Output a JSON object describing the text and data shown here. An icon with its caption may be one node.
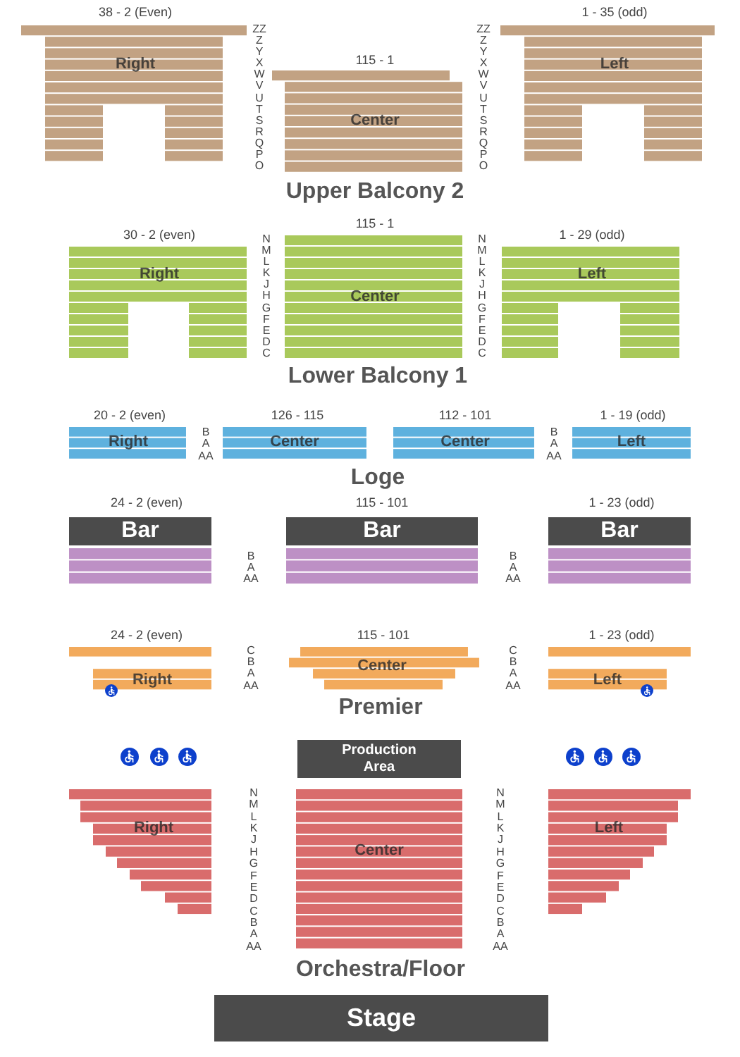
{
  "diagram": {
    "nodes": [
      {
        "text": [
          "Right"
        ],
        "beside": [
          "38 - 2 (Even)"
        ]
      },
      {
        "text": [
          "Center"
        ],
        "beside": [
          "115 - 1"
        ]
      },
      {
        "text": [
          "Left"
        ],
        "beside": [
          "1 - 35 (odd)"
        ]
      },
      {
        "text": [
          "Right"
        ],
        "beside": [
          "30 - 2 (even)"
        ]
      },
      {
        "text": [
          "Center"
        ],
        "beside": [
          "115 - 1"
        ]
      },
      {
        "text": [
          "Left"
        ],
        "beside": [
          "1 - 29 (odd)"
        ]
      },
      {
        "text": [
          "Right"
        ],
        "beside": [
          "20 - 2 (even)"
        ]
      },
      {
        "text": [
          "Center"
        ],
        "beside": [
          "126 - 115"
        ]
      },
      {
        "text": [
          "Center"
        ],
        "beside": [
          "112 - 101"
        ]
      },
      {
        "text": [
          "Left"
        ],
        "beside": [
          "1 - 19 (odd)"
        ]
      },
      {
        "text": [
          "Bar"
        ],
        "beside": [
          "24 - 2 (even)"
        ]
      },
      {
        "text": [
          "Bar"
        ],
        "beside": [
          "115 - 101"
        ]
      },
      {
        "text": [
          "Bar"
        ],
        "beside": [
          "1 - 23 (odd)"
        ]
      },
      {
        "text": [],
        "shape": "box"
      },
      {
        "text": [],
        "shape": "box"
      },
      {
        "text": [],
        "shape": "box"
      },
      {
        "text": [
          "Right"
        ],
        "beside": [
          "24 - 2 (even)"
        ]
      },
      {
        "text": [
          "Center"
        ],
        "beside": [
          "115 - 101"
        ]
      },
      {
        "text": [
          "Left"
        ],
        "beside": [
          "1 - 23 (odd)"
        ]
      },
      {
        "text": [
          "Production Area"
        ]
      },
      {
        "text": [
          "Right"
        ]
      },
      {
        "text": [
          "Center"
        ]
      },
      {
        "text": [
          "Left"
        ]
      },
      {
        "text": [
          "Stage"
        ]
      }
    ],
    "labels": [
      "ZZ Z Y X W V U T S R Q P O",
      "ZZ Z Y X W V U T S R Q P O",
      "Upper Balcony 2",
      "N M L K J H G F E D C",
      "N M L K J H G F E D C",
      "Lower Balcony 1",
      "B A AA",
      "B A AA",
      "Loge",
      "B A AA",
      "B A AA",
      "C B A AA",
      "C B A AA",
      "Premier",
      "N M L K J H G F E D C B A AA",
      "N M L K J H G F E D C B A AA",
      "Orchestra/Floor"
    ]
  }
}
